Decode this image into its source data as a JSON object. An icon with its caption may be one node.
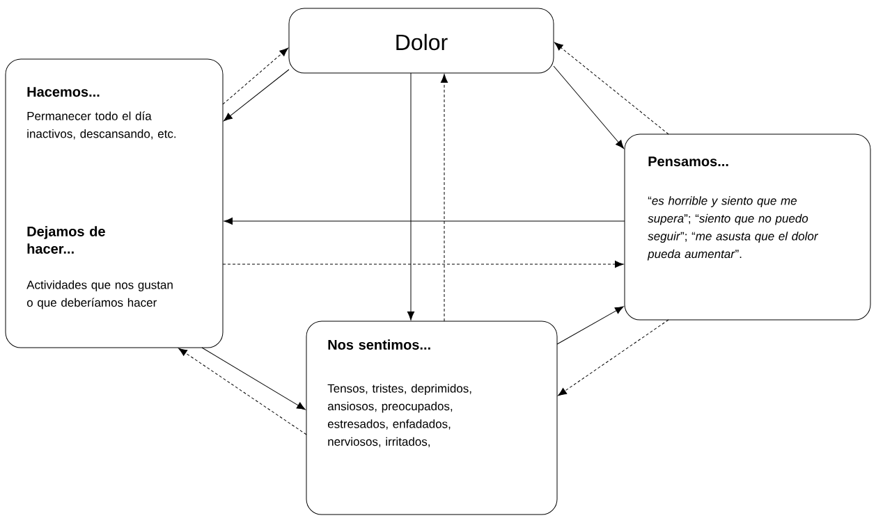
{
  "diagram": {
    "nodes": [
      {
        "text": [
          "Dolor"
        ]
      },
      {
        "text": [
          "Hacemos...",
          "Permanecer todo el día inactivos, descansando, etc.",
          "Dejamos de hacer...",
          "Actividades que nos gustan o que deberíamos hacer"
        ]
      },
      {
        "text": [
          "Pensamos...",
          "“*es horrible y siento que me supera*”; “*siento que no puedo seguir*”; “*me asusta que el dolor pueda aumentar*”."
        ]
      },
      {
        "text": [
          "Nos sentimos...",
          "Tensos, tristes, deprimidos, ansiosos, preocupados, estresados, enfadados, nerviosos, irritados,"
        ]
      }
    ],
    "edges": [
      {
        "from": 1,
        "to": 0,
        "arrow": "to",
        "style": "dashed"
      },
      {
        "from": 0,
        "to": 1,
        "arrow": "to"
      },
      {
        "from": 0,
        "to": 2,
        "arrow": "to"
      },
      {
        "from": 2,
        "to": 0,
        "arrow": "to",
        "style": "dashed"
      },
      {
        "from": 0,
        "to": 3,
        "arrow": "to"
      },
      {
        "from": 3,
        "to": 0,
        "arrow": "to",
        "style": "dashed"
      },
      {
        "from": 2,
        "to": 1,
        "arrow": "to"
      },
      {
        "from": 1,
        "to": 2,
        "arrow": "to",
        "style": "dashed"
      },
      {
        "from": 3,
        "to": 2,
        "arrow": "to"
      },
      {
        "from": 2,
        "to": 3,
        "arrow": "to",
        "style": "dashed"
      },
      {
        "from": 1,
        "to": 3,
        "arrow": "to"
      },
      {
        "from": 3,
        "to": 1,
        "arrow": "to",
        "style": "dashed"
      }
    ]
  }
}
